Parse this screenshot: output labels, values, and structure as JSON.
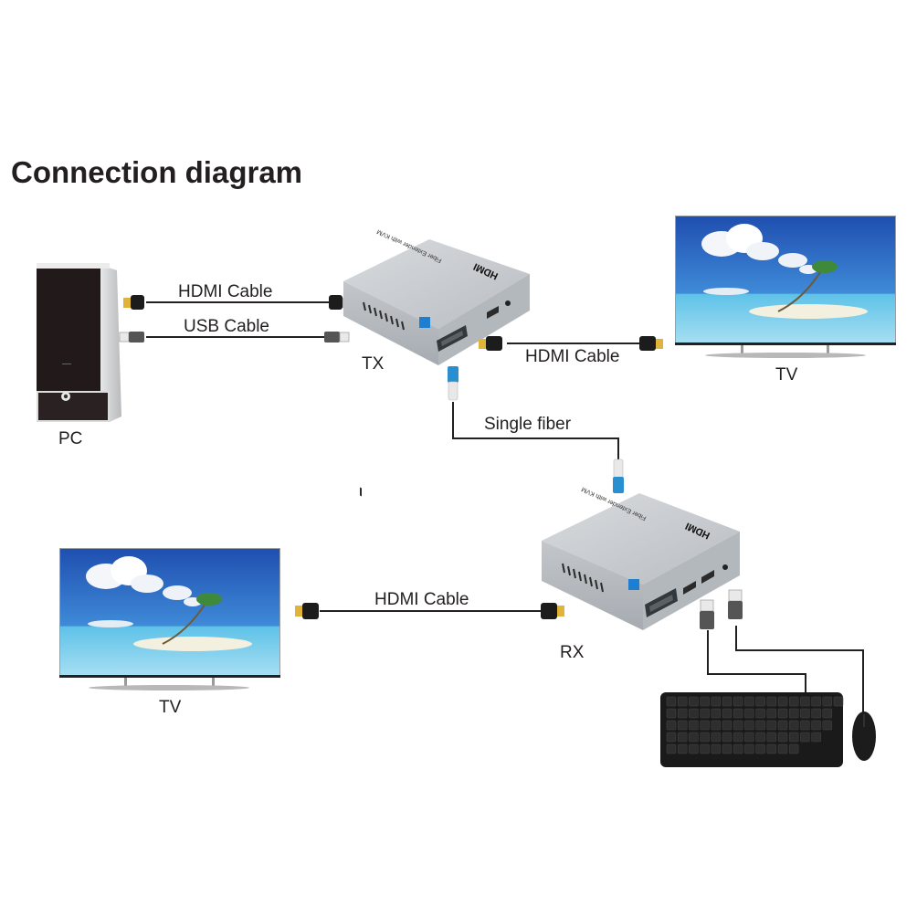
{
  "title": "Connection diagram",
  "devices": {
    "pc": {
      "label": "PC"
    },
    "tx": {
      "label": "TX",
      "top_text": "Fiber Extender with KVM",
      "brand": "HDMI"
    },
    "rx": {
      "label": "RX",
      "top_text": "Fiber Extender with KVM",
      "brand": "HDMI"
    },
    "tv_top": {
      "label": "TV"
    },
    "tv_bottom": {
      "label": "TV"
    },
    "keyboard": {
      "label": ""
    },
    "mouse": {
      "label": ""
    }
  },
  "cables": {
    "pc_tx_hdmi": {
      "label": "HDMI Cable"
    },
    "pc_tx_usb": {
      "label": "USB Cable"
    },
    "tx_tv_hdmi": {
      "label": "HDMI Cable"
    },
    "fiber": {
      "label": "Single fiber"
    },
    "rx_tv_hdmi": {
      "label": "HDMI Cable"
    }
  },
  "colors": {
    "cable": "#231f20",
    "device_silver": "#c9ccd0",
    "fiber_connector": "#2a8fd0",
    "hdmi_gold": "#e0b43a",
    "sky": "#2f6fc4",
    "sea": "#7fd0ee"
  }
}
